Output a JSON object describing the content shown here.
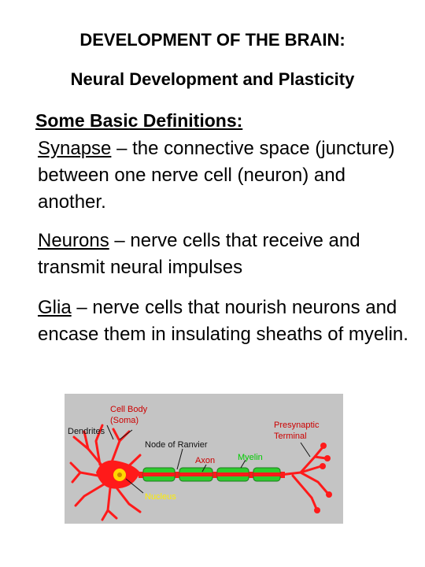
{
  "heading": "DEVELOPMENT OF THE BRAIN:",
  "subheading": "Neural Development and Plasticity",
  "section_title": "Some Basic Definitions:",
  "definitions": [
    {
      "term": "Synapse",
      "text": " – the connective space (juncture) between one nerve cell (neuron) and another."
    },
    {
      "term": "Neurons",
      "text": " – nerve cells that receive and transmit neural impulses"
    },
    {
      "term": "Glia",
      "text": " – nerve cells that nourish neurons and encase them in insulating sheaths of myelin."
    }
  ],
  "figure": {
    "labels": {
      "cell_body": "Cell Body",
      "soma": "(Soma)",
      "dendrites": "Dendrites",
      "node_of_ranvier": "Node of Ranvier",
      "axon": "Axon",
      "myelin": "Myelin",
      "presynaptic": "Presynaptic",
      "terminal": "Terminal",
      "nucleus": "Nucleus"
    },
    "colors": {
      "background": "#c4c4c4",
      "cell": "#ff1a1a",
      "myelin": "#2ecc2e",
      "nucleus": "#ffd800",
      "label_red": "#cc0000",
      "label_green": "#00cc00",
      "label_yellow": "#ffee00",
      "label_dark": "#111111"
    }
  }
}
